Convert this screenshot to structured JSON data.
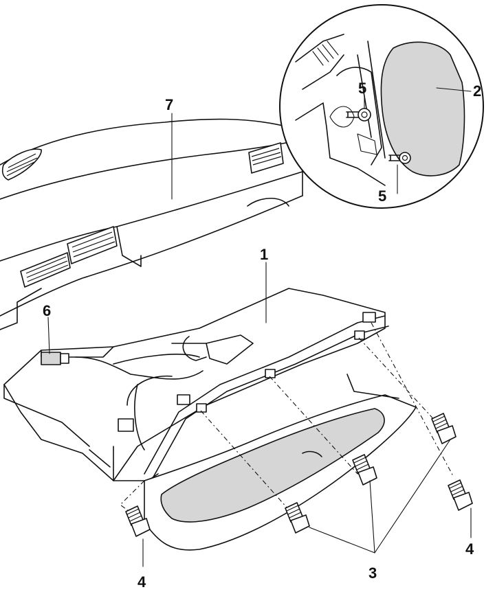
{
  "callouts": [
    {
      "id": "1",
      "text": "1"
    },
    {
      "id": "2",
      "text": "2"
    },
    {
      "id": "3",
      "text": "3"
    },
    {
      "id": "4a",
      "text": "4"
    },
    {
      "id": "4b",
      "text": "4"
    },
    {
      "id": "5a",
      "text": "5"
    },
    {
      "id": "5b",
      "text": "5"
    },
    {
      "id": "6",
      "text": "6"
    },
    {
      "id": "7",
      "text": "7"
    }
  ]
}
